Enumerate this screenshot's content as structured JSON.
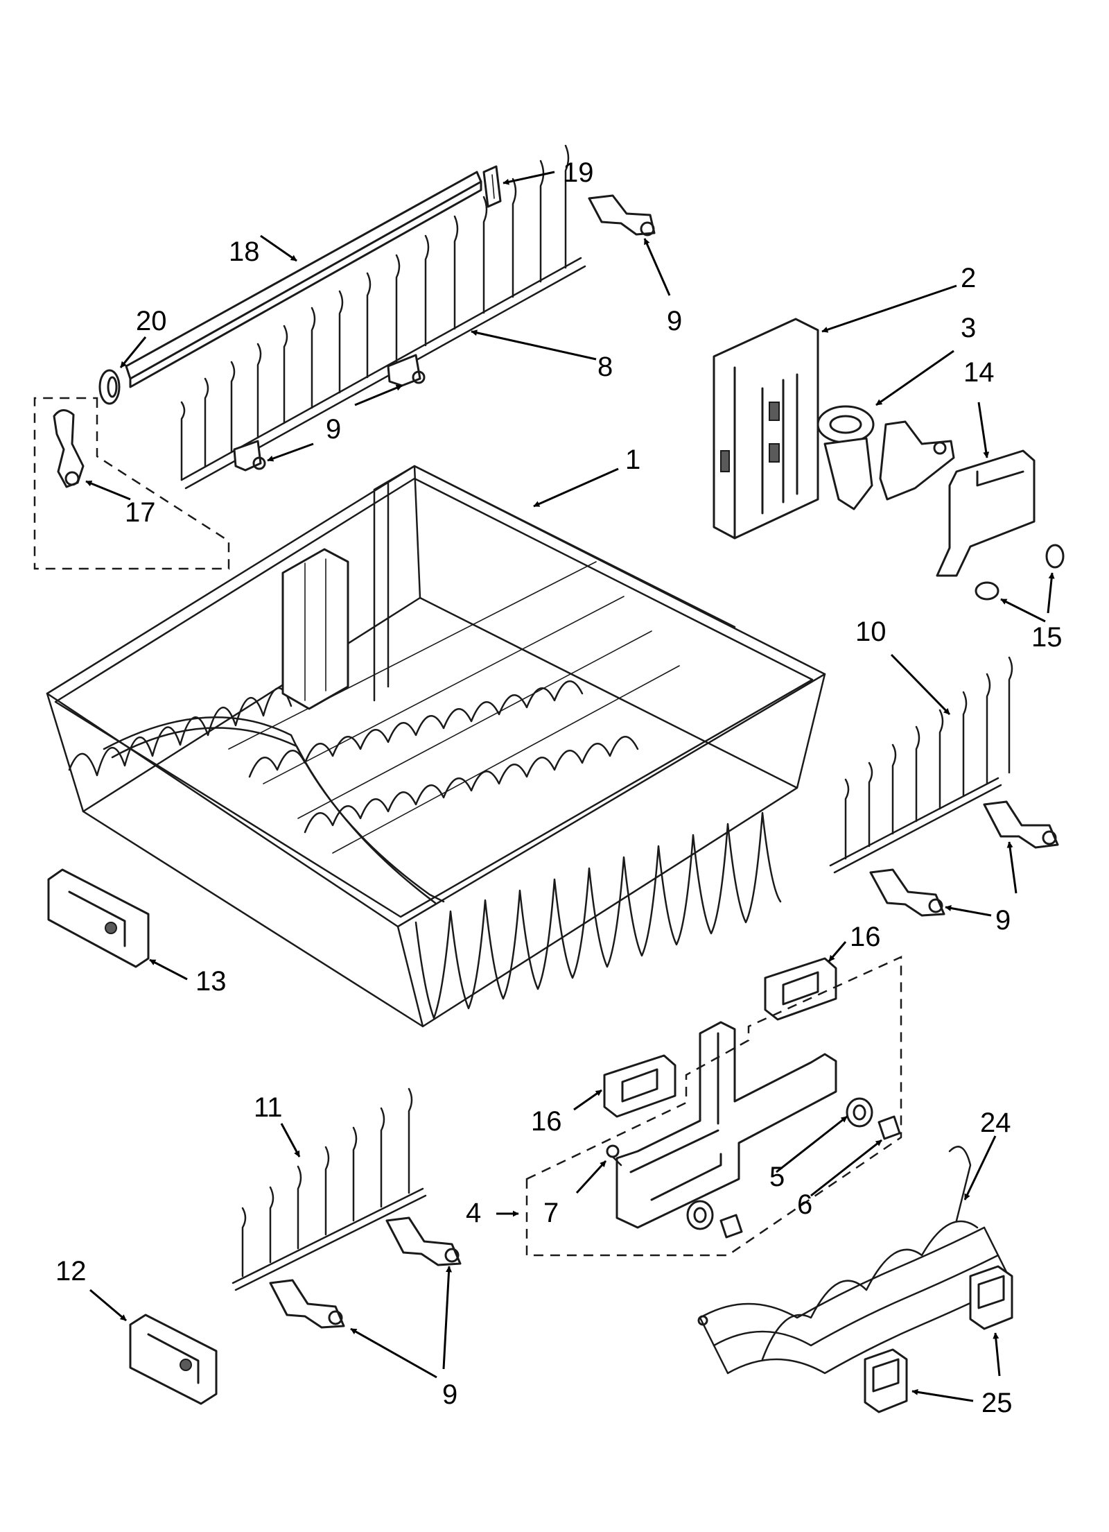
{
  "callouts": {
    "c1": "1",
    "c2": "2",
    "c3": "3",
    "c4": "4",
    "c5": "5",
    "c6": "6",
    "c7": "7",
    "c8": "8",
    "c9": "9",
    "c10": "10",
    "c11": "11",
    "c12": "12",
    "c13": "13",
    "c14": "14",
    "c15": "15",
    "c16": "16",
    "c17": "17",
    "c18": "18",
    "c19": "19",
    "c20": "20",
    "c24": "24",
    "c25": "25"
  }
}
